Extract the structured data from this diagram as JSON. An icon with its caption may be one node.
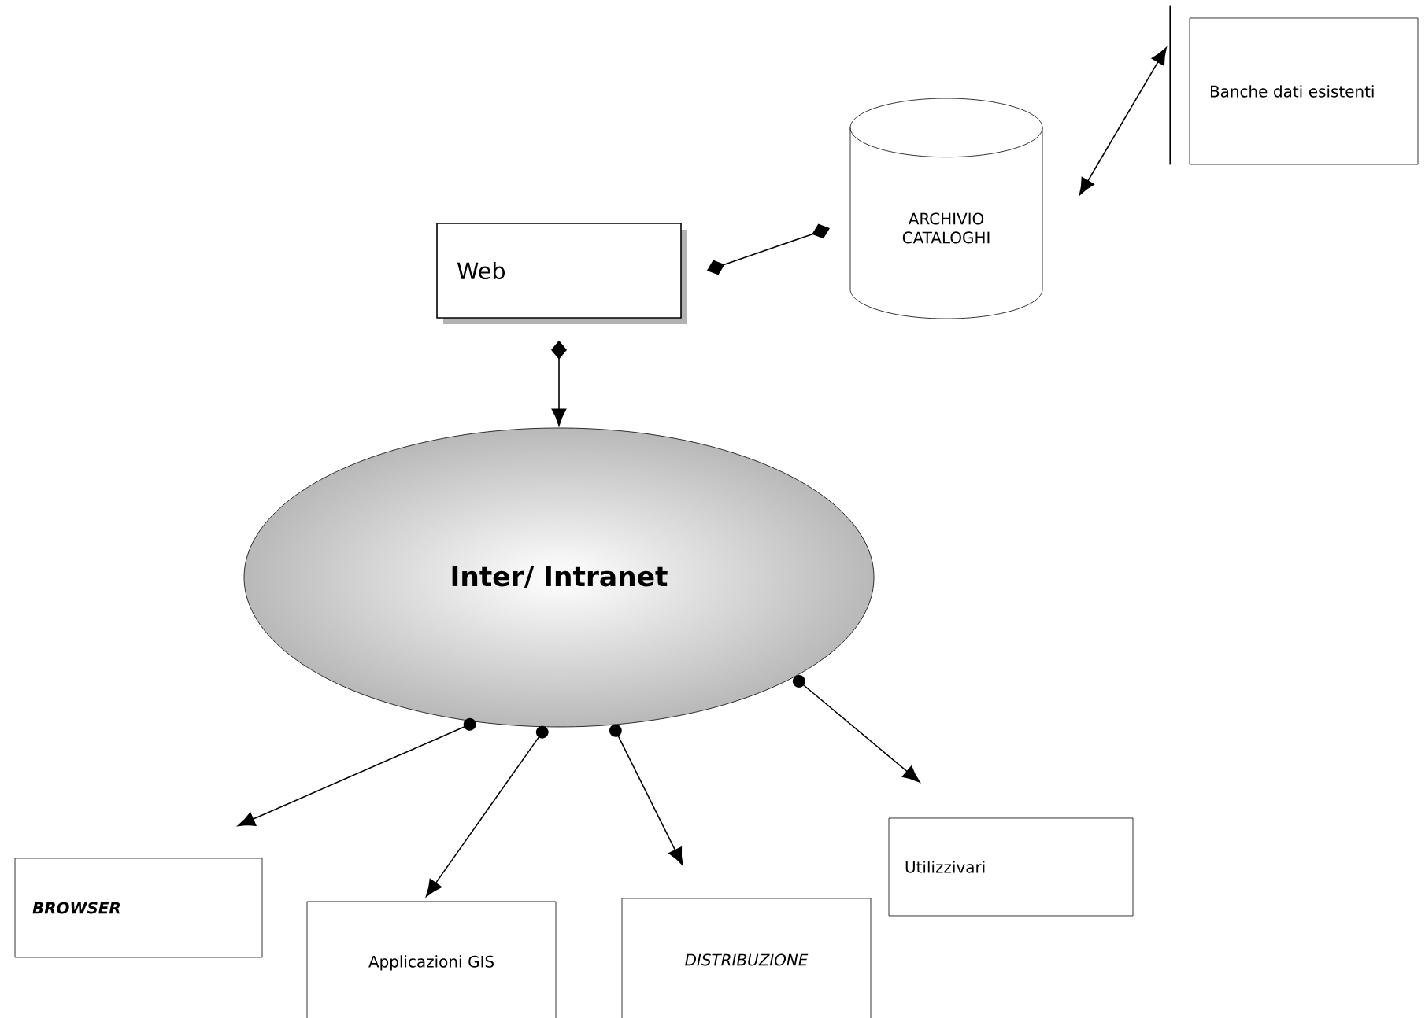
{
  "diagram": {
    "nodes": [
      {
        "text": [
          "Web"
        ]
      },
      {
        "text": [
          "ARCHIVIO CATALOGHI"
        ]
      },
      {
        "text": [
          "Banche dati esistenti"
        ]
      },
      {
        "text": [
          "Inter/ Intranet"
        ]
      },
      {
        "text": [
          "BROWSER"
        ]
      },
      {
        "text": [
          "Applicazioni GIS"
        ]
      },
      {
        "text": [
          "DISTRIBUZIONE"
        ]
      },
      {
        "text": [
          "Utilizzivari"
        ]
      }
    ],
    "edges": [
      {
        "from": 0,
        "to": 1,
        "arrow": "other"
      },
      {
        "from": 1,
        "to": 2,
        "arrow": "both"
      },
      {
        "from": 0,
        "to": 3,
        "arrow": "to"
      },
      {
        "from": 3,
        "to": 4,
        "arrow": "to"
      },
      {
        "from": 3,
        "to": 5,
        "arrow": "to"
      },
      {
        "from": 3,
        "to": 6,
        "arrow": "to"
      },
      {
        "from": 3,
        "to": 7,
        "arrow": "to"
      }
    ]
  }
}
